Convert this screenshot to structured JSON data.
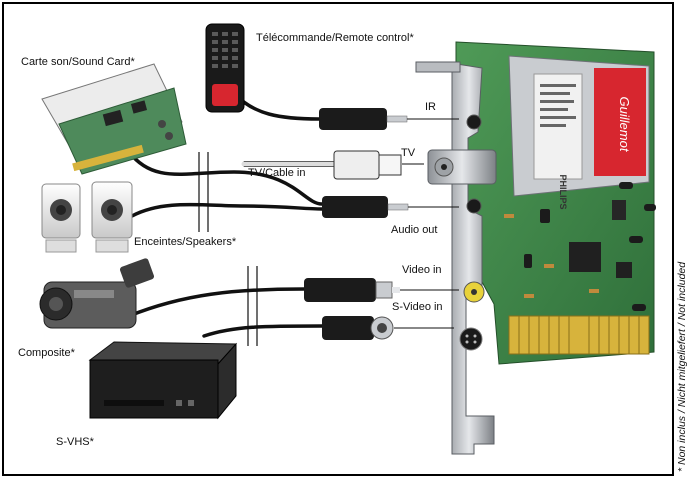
{
  "labels": {
    "remote": "Télécommande/Remote control*",
    "soundcard": "Carte son/Sound Card*",
    "ir": "IR",
    "tv": "TV",
    "tv_cable_in": "TV/Cable in",
    "audio_out": "Audio out",
    "speakers": "Enceintes/Speakers*",
    "video_in": "Video in",
    "svideo_in": "S-Video in",
    "composite": "Composite*",
    "svhs": "S-VHS*"
  },
  "footnote": "* Non inclus / Nicht mitgeliefert / Not included",
  "card_print": {
    "brand": "Guillemot",
    "tuner_brand": "PHILIPS"
  },
  "colors": {
    "pcb": "#3f8a4a",
    "bracket": "#b9bcc0",
    "tuner_can": "#c9ccd0",
    "guillemot_red": "#d7262f",
    "cable": "#111111",
    "gold": "#d7b33c",
    "composite_yellow": "#e8d23a"
  }
}
